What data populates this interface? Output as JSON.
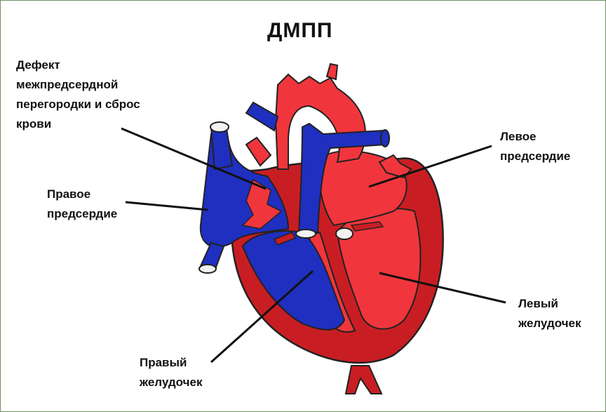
{
  "title": "ДМПП",
  "labels": {
    "defect": [
      "Дефект",
      "межпредсердной",
      "перегородки и сброс",
      "крови"
    ],
    "right_atrium": [
      "Правое",
      "предсердие"
    ],
    "left_atrium": [
      "Левое",
      "предсердие"
    ],
    "left_ventricle": [
      "Левый",
      "желудочек"
    ],
    "right_ventricle": [
      "Правый",
      "желудочек"
    ]
  },
  "colors": {
    "red_dark": "#c81e23",
    "red_light": "#f0363c",
    "blue": "#1f2fbf",
    "vessel_white": "#f2f2f2",
    "outline": "#222222",
    "frame": "#6f8f5f"
  }
}
